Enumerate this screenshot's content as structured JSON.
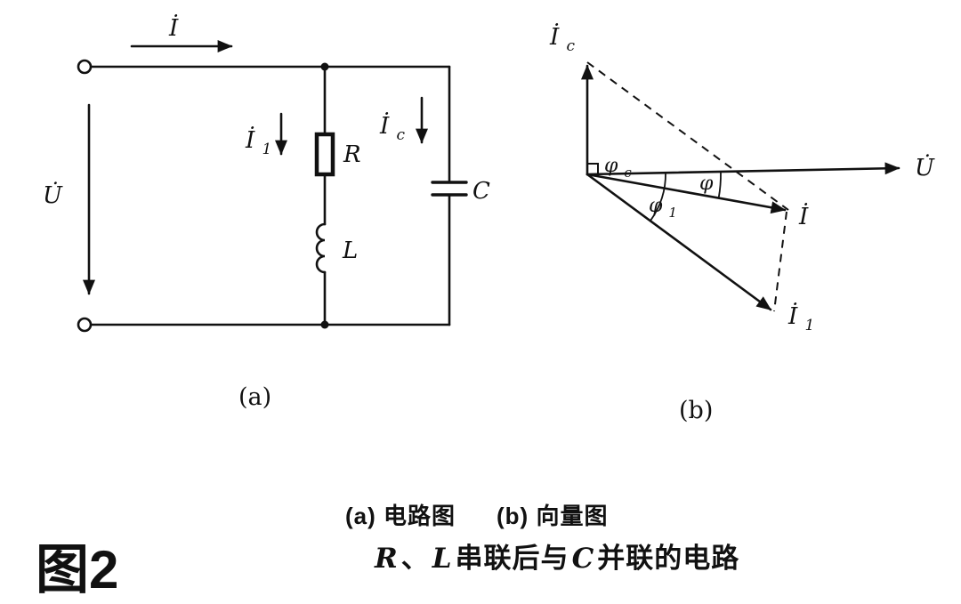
{
  "figure": {
    "number": "图2",
    "caption_a": "(a) 电路图",
    "caption_b": "(b) 向量图",
    "title_parts": {
      "r": "R",
      "dun": "、",
      "l": "L",
      "mid": "串联后与",
      "c": "C",
      "end": "并联的电路"
    }
  },
  "circuit": {
    "tag": "(a)",
    "labels": {
      "current_total": "İ",
      "voltage": "U̇",
      "current_branch1_base": "İ",
      "current_branch1_sub": "1",
      "current_cap_base": "İ",
      "current_cap_sub": "c",
      "resistor": "R",
      "inductor": "L",
      "capacitor": "C"
    }
  },
  "phasor": {
    "tag": "(b)",
    "labels": {
      "ic_base": "İ",
      "ic_sub": "c",
      "u": "U̇",
      "i": "İ",
      "i1_base": "İ",
      "i1_sub": "1",
      "phic_base": "φ",
      "phic_sub": "c",
      "phi": "φ",
      "phi1_base": "φ",
      "phi1_sub": "1"
    }
  }
}
